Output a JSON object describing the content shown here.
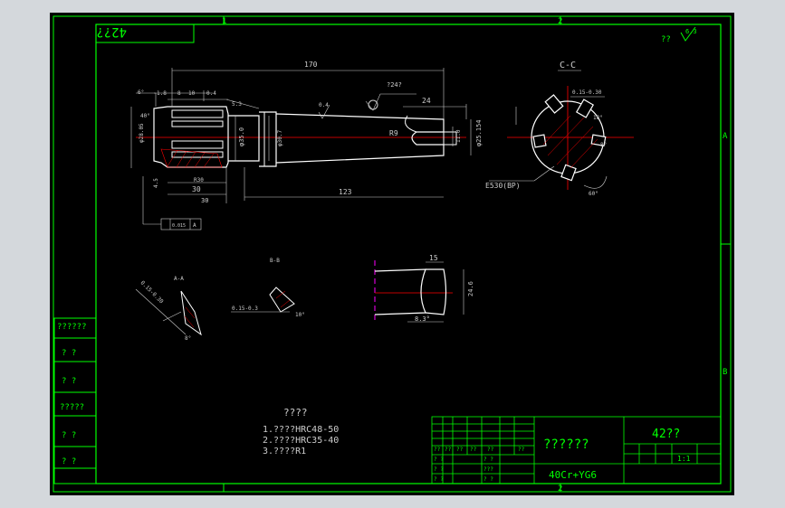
{
  "drawing": {
    "background": "#000000",
    "line_color": "#00ff00",
    "dim_color": "#cccccc",
    "axis_color": "#ff0000",
    "accent_color": "#ff00ff",
    "zone_top": [
      "1",
      "2"
    ],
    "zone_side": [
      "A",
      "B"
    ],
    "code_box": "42??",
    "corner_note": "??",
    "corner_roughness": "6.3",
    "section_cc": "C-C",
    "section_aa": "A-A",
    "section_bb": "B-B"
  },
  "dimensions": {
    "d170": "170",
    "d123": "123",
    "d24": "24",
    "d30a": "30",
    "d30b": "30",
    "d8": "8",
    "d10": "10",
    "d18": "1.8",
    "d04": "0.4",
    "d53": "5.3",
    "d45": "4.5",
    "dia350": "φ35.0",
    "dia307": "φ30.7",
    "dia25154": "φ25.154",
    "r9": "R9",
    "d110": "11.0",
    "r30": "R30",
    "angle6": "6°",
    "angle40": "40°",
    "flag_note": "?24?",
    "tol_label": "0.015",
    "tol_ref": "A",
    "dia_left": "φ28.05",
    "e530": "E530(BP)",
    "d015": "0.15-0.30",
    "d015b": "0.15-0.30",
    "d015c": "0.15-0.3",
    "d15": "15",
    "d246": "24.6",
    "d83": "8.3°",
    "angle18": "18°",
    "angle8": "8°",
    "angle10": "10°",
    "angle60": "60°",
    "roughness04": "0.4"
  },
  "notes": {
    "title": "????",
    "lines": [
      "1.????HRC48-50",
      "2.????HRC35-40",
      "3.????R1"
    ]
  },
  "left_strip": [
    "??????",
    "?  ?",
    "?  ?",
    "?????",
    "?  ?",
    "?  ?"
  ],
  "title_block": {
    "part_name": "??????",
    "material": "40Cr+YG6",
    "code": "42??",
    "scale": "1:1",
    "grid_cells": [
      "??",
      "??",
      "??",
      "??",
      "??",
      "??",
      "?  ?",
      "?  ?",
      "?  ?",
      "?  ?",
      "???",
      "?  ?"
    ]
  }
}
